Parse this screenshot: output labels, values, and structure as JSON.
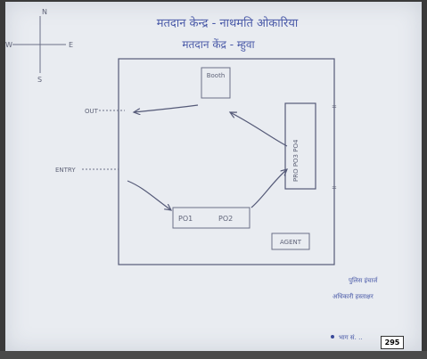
{
  "title_line1": "मतदान केन्द्र - नाथमति ओकारिया",
  "title_line2": "मतदान केंद्र - म्हुवा",
  "compass": {
    "north": "N",
    "south": "S",
    "east": "E",
    "west": "W"
  },
  "booth_label": "Booth",
  "exit_label": "OUT",
  "entry_label": "ENTRY",
  "polling_officer_1": "PO1",
  "polling_officer_2": "PO2",
  "presiding_officer_box": "PRO  PO3  PO4",
  "agent_label": "AGENT",
  "signature_line1": "पुलिस इंचार्ज",
  "signature_line2": "अधिकारी हस्ताक्षर",
  "signature_line3": "भाग सं. ..",
  "page_number": "295"
}
